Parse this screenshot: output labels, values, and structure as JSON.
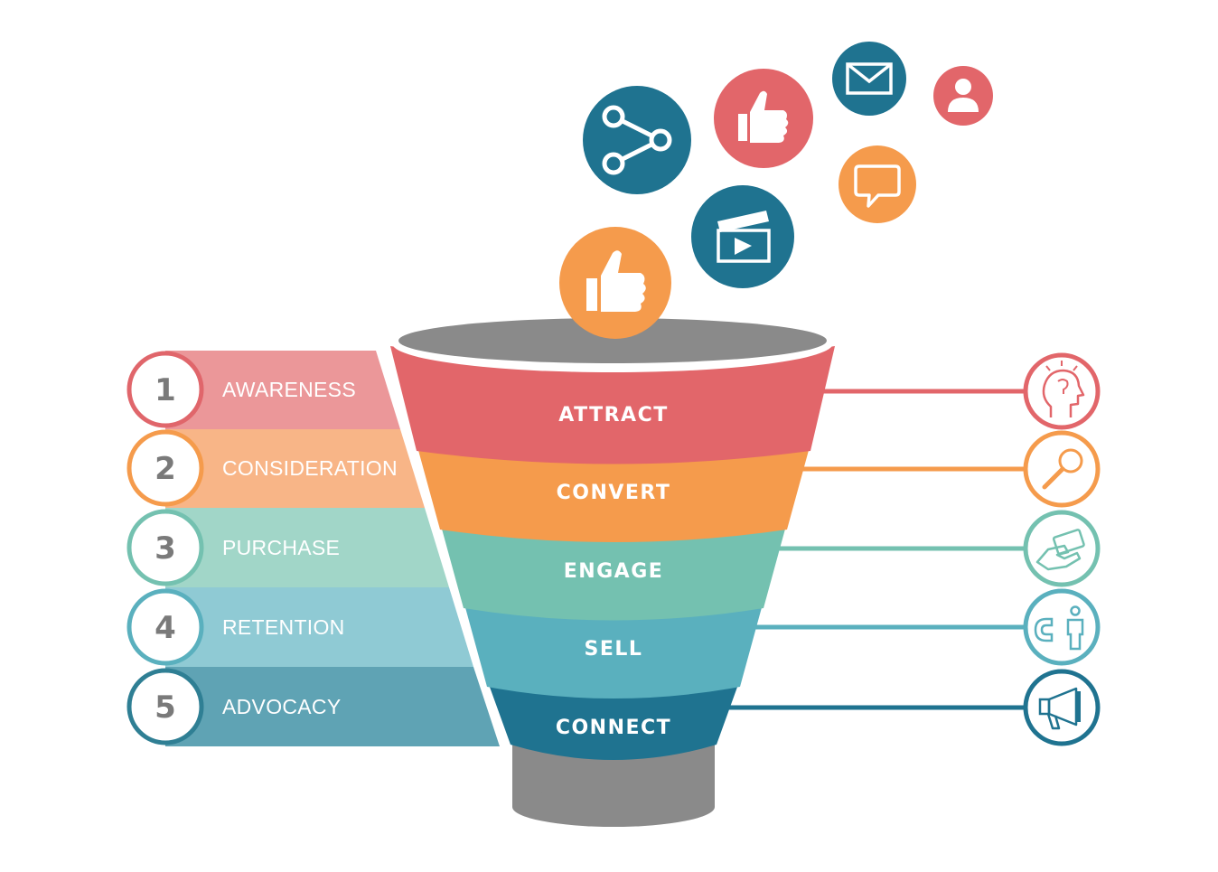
{
  "stages": [
    {
      "number": "1",
      "label": "AWARENESS",
      "color": "#eb9799",
      "ring": "#e0666b"
    },
    {
      "number": "2",
      "label": "CONSIDERATION",
      "color": "#f8b587",
      "ring": "#f59b4c"
    },
    {
      "number": "3",
      "label": "PURCHASE",
      "color": "#a1d6c8",
      "ring": "#74c1b0"
    },
    {
      "number": "4",
      "label": "RETENTION",
      "color": "#8fcad4",
      "ring": "#5ab0be"
    },
    {
      "number": "5",
      "label": "ADVOCACY",
      "color": "#5fa3b4",
      "ring": "#2f7f94"
    }
  ],
  "funnel_bands": [
    {
      "label": "ATTRACT",
      "color": "#e2666a",
      "icon": "idea-head-icon"
    },
    {
      "label": "CONVERT",
      "color": "#f59b4c",
      "icon": "magnifier-icon"
    },
    {
      "label": "ENGAGE",
      "color": "#74c1b0",
      "icon": "hand-card-icon"
    },
    {
      "label": "SELL",
      "color": "#5ab0be",
      "icon": "magnet-person-icon"
    },
    {
      "label": "CONNECT",
      "color": "#1f7390",
      "icon": "megaphone-icon"
    }
  ],
  "funnel_colors": {
    "rim": "#8a8a8a",
    "spout": "#8a8a8a"
  },
  "social_icons": [
    {
      "name": "share-icon",
      "color": "#1f7390"
    },
    {
      "name": "thumbs-up-icon",
      "color": "#e2666a"
    },
    {
      "name": "mail-icon",
      "color": "#1f7390"
    },
    {
      "name": "user-icon",
      "color": "#e2666a"
    },
    {
      "name": "chat-bubble-icon",
      "color": "#f59b4c"
    },
    {
      "name": "video-clapper-icon",
      "color": "#1f7390"
    },
    {
      "name": "thumbs-up-icon",
      "color": "#f59b4c"
    }
  ]
}
